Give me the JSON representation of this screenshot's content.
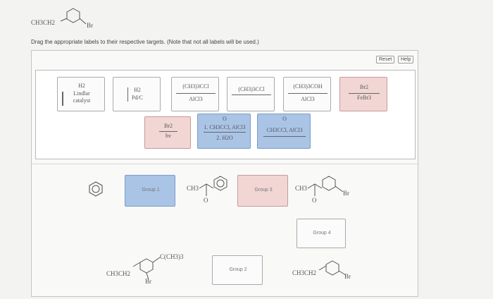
{
  "question": {
    "molecule_text": [
      "CH3CH2",
      "Br"
    ],
    "instruction": "Drag the appropriate labels to their respective targets. (Note that not all labels will be used.)"
  },
  "buttons": {
    "reset": "Reset",
    "help": "Help"
  },
  "reagents": [
    {
      "top": "H2",
      "middle": "Lindlar",
      "bottom": "catalyst"
    },
    {
      "top": "H2",
      "bottom": "Pd/C"
    },
    {
      "top": "(CH3)3CCl",
      "bottom": "AlCl3"
    },
    {
      "top": "(CH3)3CCl"
    },
    {
      "top": "(CH3)3COH",
      "bottom": "AlCl3"
    },
    {
      "top": "Br2",
      "bottom": "FeBr3"
    },
    {
      "top": "Br2",
      "bottom": "hv"
    },
    {
      "top": "O",
      "middle": "1. CH3CCl, AlCl3",
      "bottom": "2. H2O"
    },
    {
      "top": "O",
      "middle": "CH3CCl, AlCl3"
    }
  ],
  "scheme": {
    "group1": "Group 1",
    "group2": "Group 2",
    "group3": "Group 3",
    "group4": "Group 4",
    "ketone_label": "CH3",
    "ketone_o": "O",
    "ketone_br_label": "CH3",
    "ketone_br_o": "O",
    "ketone_br_br": "Br",
    "tbutyl_label": "C(CH3)3",
    "tbutyl_br": "Br",
    "tbutyl_ethyl": "CH3CH2",
    "final_ethyl": "CH3CH2",
    "final_br": "Br"
  }
}
